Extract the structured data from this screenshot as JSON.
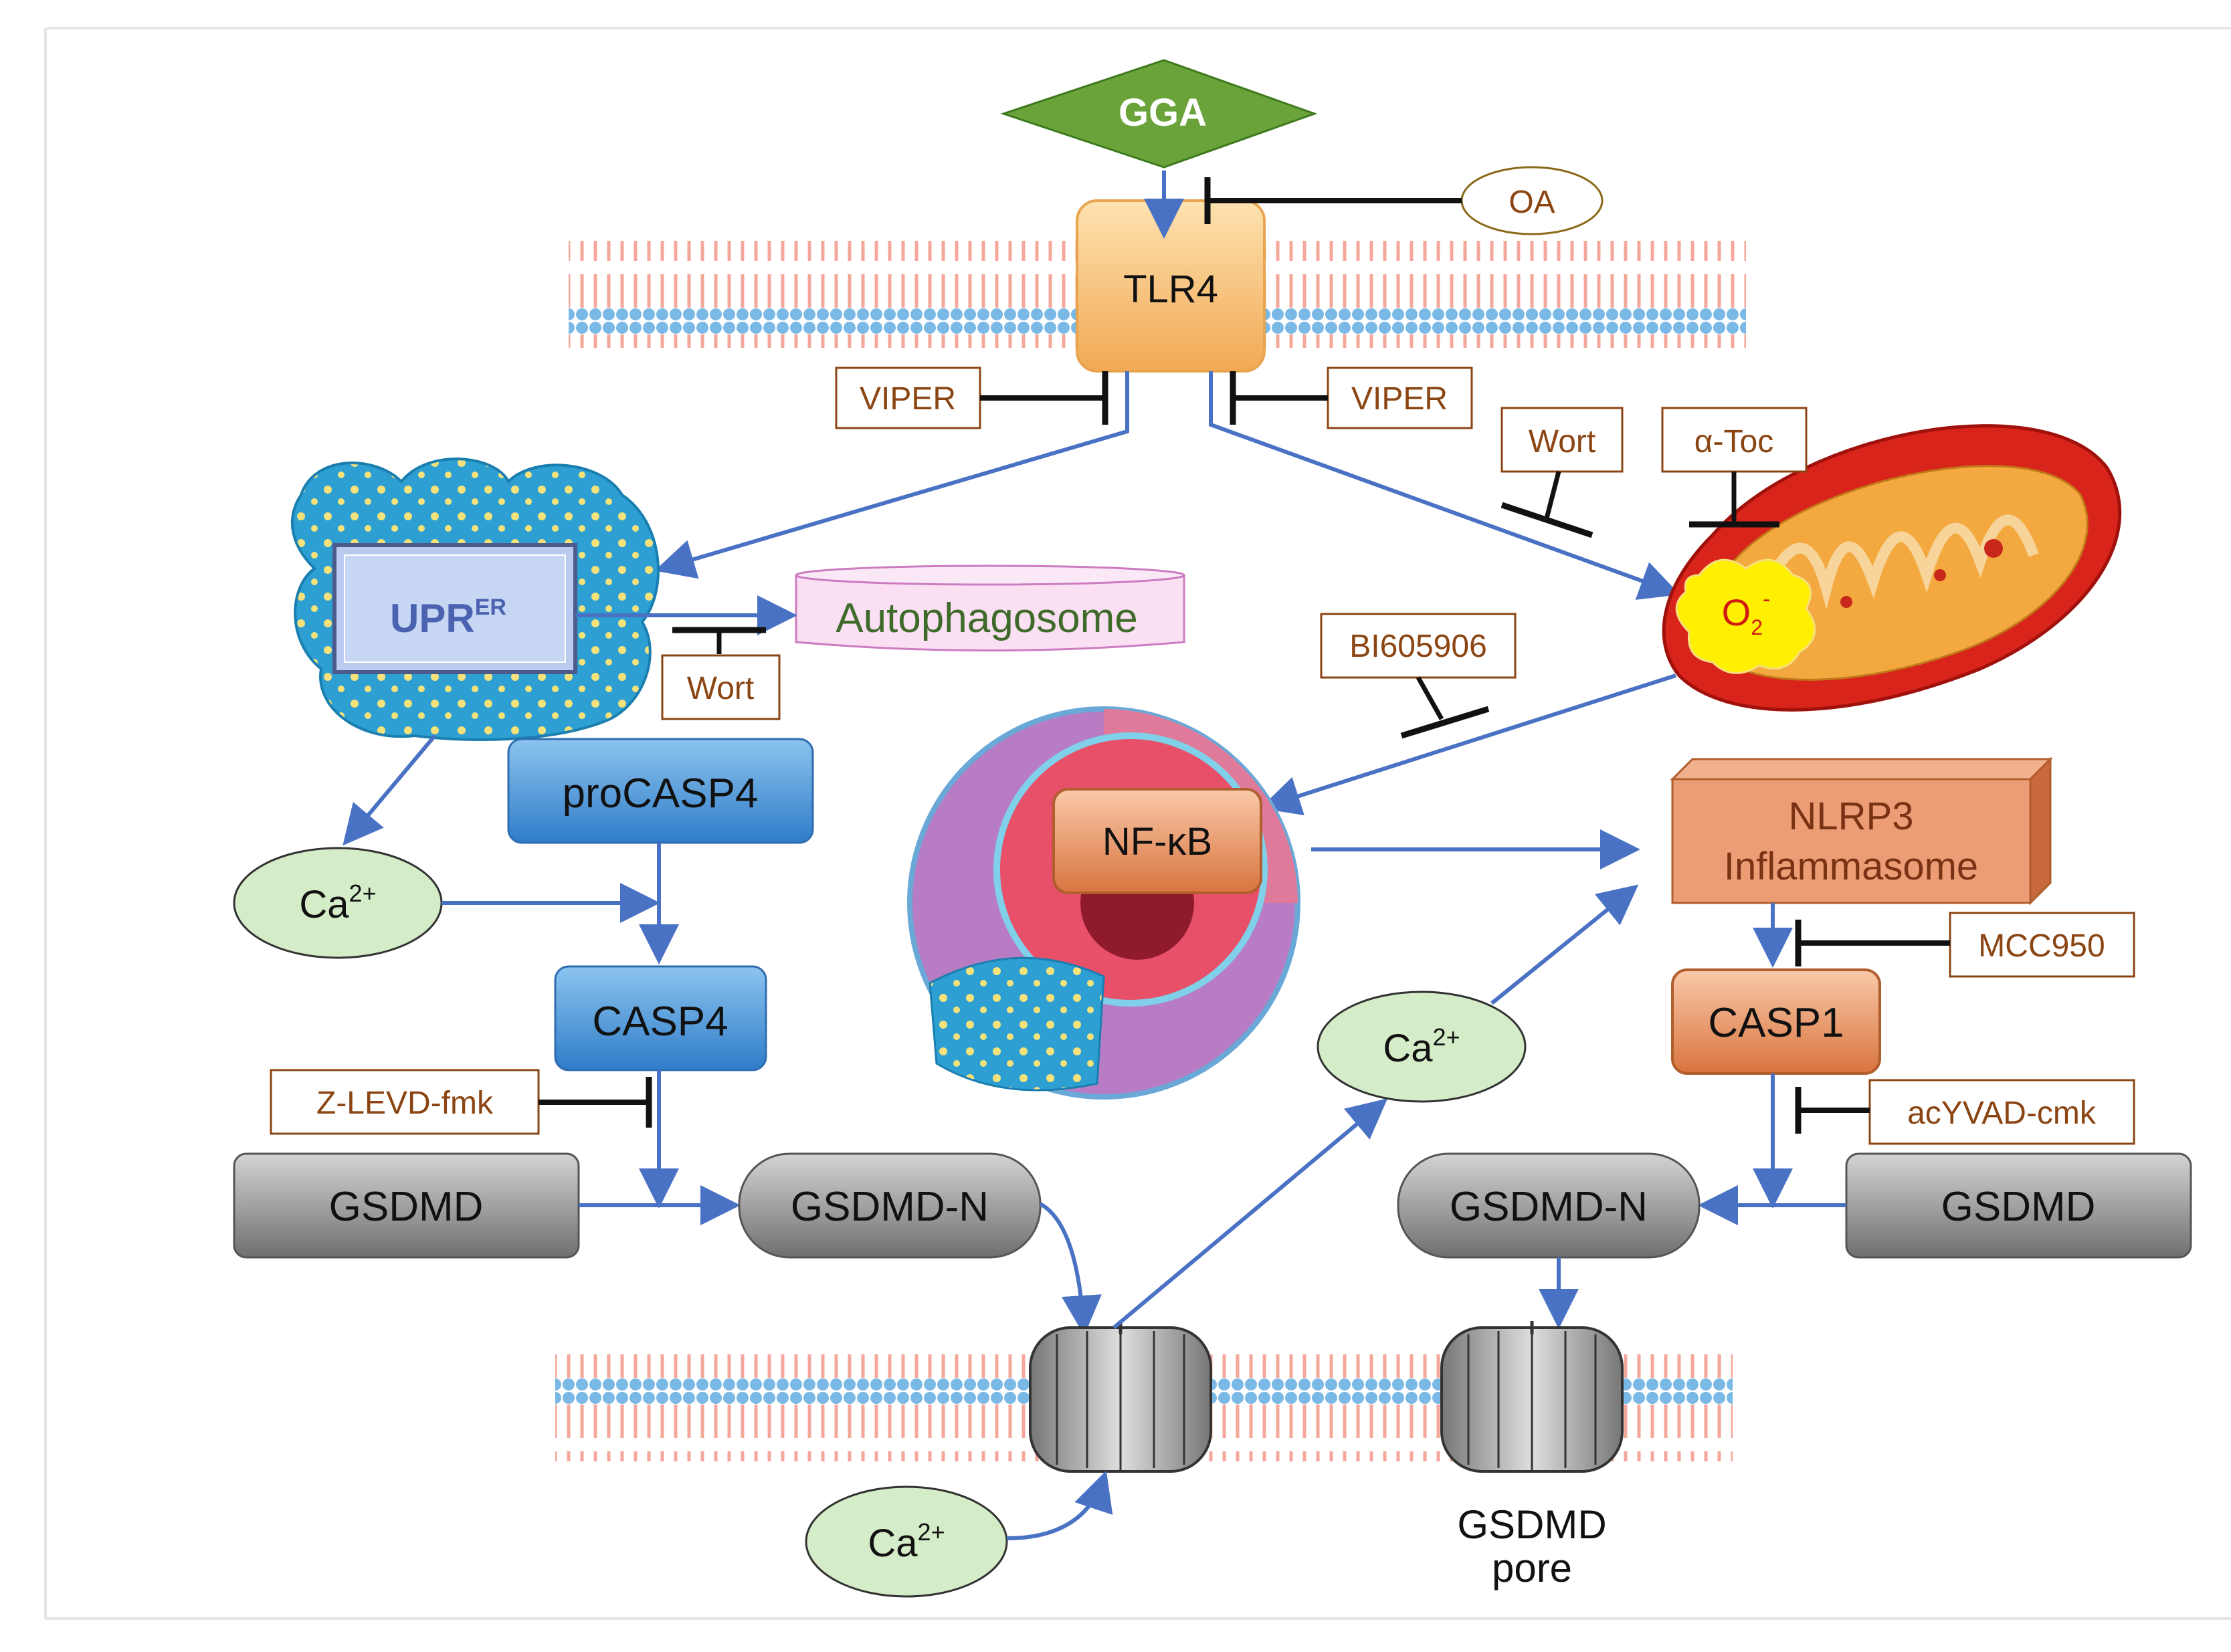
{
  "labels": {
    "gga": "GGA",
    "tlr4": "TLR4",
    "oa": "OA",
    "viper_left": "VIPER",
    "viper_right": "VIPER",
    "upr_main": "UPR",
    "upr_sup": "ER",
    "autophagosome": "Autophagosome",
    "wort_er": "Wort",
    "wort_mito": "Wort",
    "atoc": "α-Toc",
    "o2": "O",
    "o2_sub": "2",
    "o2_sup": "-",
    "bi605906": "BI605906",
    "nfkb": "NF-κB",
    "procasp4": "proCASP4",
    "ca_left": "Ca",
    "ca_mid": "Ca",
    "ca_bottom": "Ca",
    "ca_sup": "2+",
    "casp4": "CASP4",
    "zlevd": "Z-LEVD-fmk",
    "gsdmd_left": "GSDMD",
    "gsdmdn_left": "GSDMD-N",
    "nlrp3_line1": "NLRP3",
    "nlrp3_line2": "Inflammasome",
    "mcc950": "MCC950",
    "casp1": "CASP1",
    "acyvad": "acYVAD-cmk",
    "gsdmdn_right": "GSDMD-N",
    "gsdmd_right": "GSDMD",
    "pore_line1": "GSDMD",
    "pore_line2": "pore"
  },
  "colors": {
    "arrow": "#4a72c4",
    "inhibitor": "#111111",
    "inhibitor_text": "#8b4513",
    "gga_fill": "#6aa33a",
    "tlr4_fill": "#f8c27a",
    "ca_fill": "#d5ecc8",
    "casp4_fill": "#4a8fd0",
    "nlrp3_fill": "#ec9d76",
    "casp1_fill": "#e08a5a",
    "gsdmd_fill": "#8c8c8c",
    "membrane_blue": "#7ab8e6",
    "membrane_pink": "#f4a79a",
    "mito_red": "#d9241c",
    "er_blue": "#2e9fd2"
  }
}
